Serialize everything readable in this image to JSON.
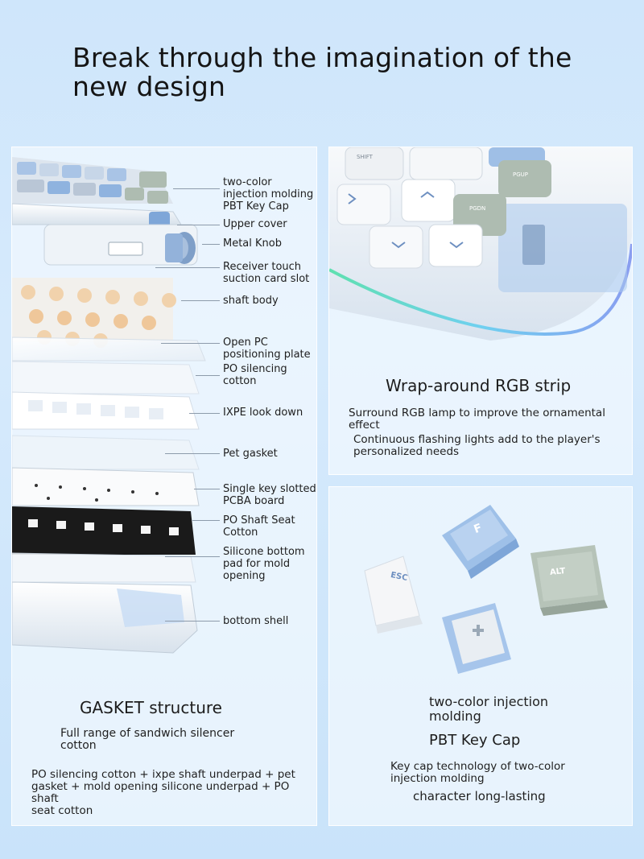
{
  "headline": "Break through the imagination of the new design",
  "exploded_view": {
    "callouts": [
      "two-color injection molding\nPBT Key Cap",
      "Upper cover",
      "Metal Knob",
      "Receiver touch suction card slot",
      "shaft body",
      "Open PC positioning plate",
      "PO silencing\ncotton",
      "IXPE look down",
      "Pet gasket",
      "Single key slotted PCBA board",
      "PO Shaft Seat Cotton",
      "Silicone bottom pad for mold\nopening",
      "bottom shell"
    ]
  },
  "gasket": {
    "title": "GASKET structure",
    "subtitle": "Full range of sandwich silencer\ncotton",
    "description": "PO silencing cotton + ixpe shaft underpad + pet\ngasket + mold opening silicone underpad + PO shaft\nseat cotton"
  },
  "rgb": {
    "title": "Wrap-around RGB strip",
    "text1": "Surround RGB lamp to improve the ornamental\neffect",
    "text2": "Continuous flashing lights add to the player's\npersonalized needs",
    "key_labels": [
      "SHIFT",
      "PGUP",
      "PGDN"
    ]
  },
  "keycap": {
    "title_line1": "two-color injection\nmolding",
    "title_line2": "PBT Key Cap",
    "text1": "Key cap technology of two-color\ninjection molding",
    "text2": "character long-lasting",
    "key_labels": [
      "ESC",
      "F",
      "ALT"
    ]
  },
  "colors": {
    "background": "#cfe6fb",
    "keycap_blue": "#8fb3df",
    "keycap_green": "#aebcb1",
    "keycap_white": "#f4f6f8",
    "switch_amber": "#f1d2ac"
  }
}
